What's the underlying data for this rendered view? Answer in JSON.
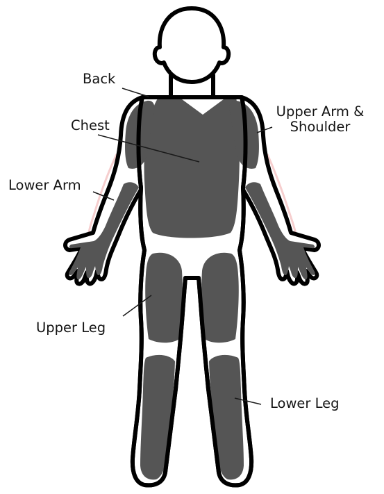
{
  "labels": {
    "back": "Back",
    "chest": "Chest",
    "upper_arm_line1": "Upper Arm &",
    "upper_arm_line2": "Shoulder",
    "lower_arm": "Lower Arm",
    "upper_leg": "Upper Leg",
    "lower_leg": "Lower Leg"
  },
  "colors": {
    "outline": "#000000",
    "region_fill": "#555555",
    "skin": "#ffffff",
    "pointer": "#1a1a1a",
    "arm_tint": "#f2b9b9"
  }
}
